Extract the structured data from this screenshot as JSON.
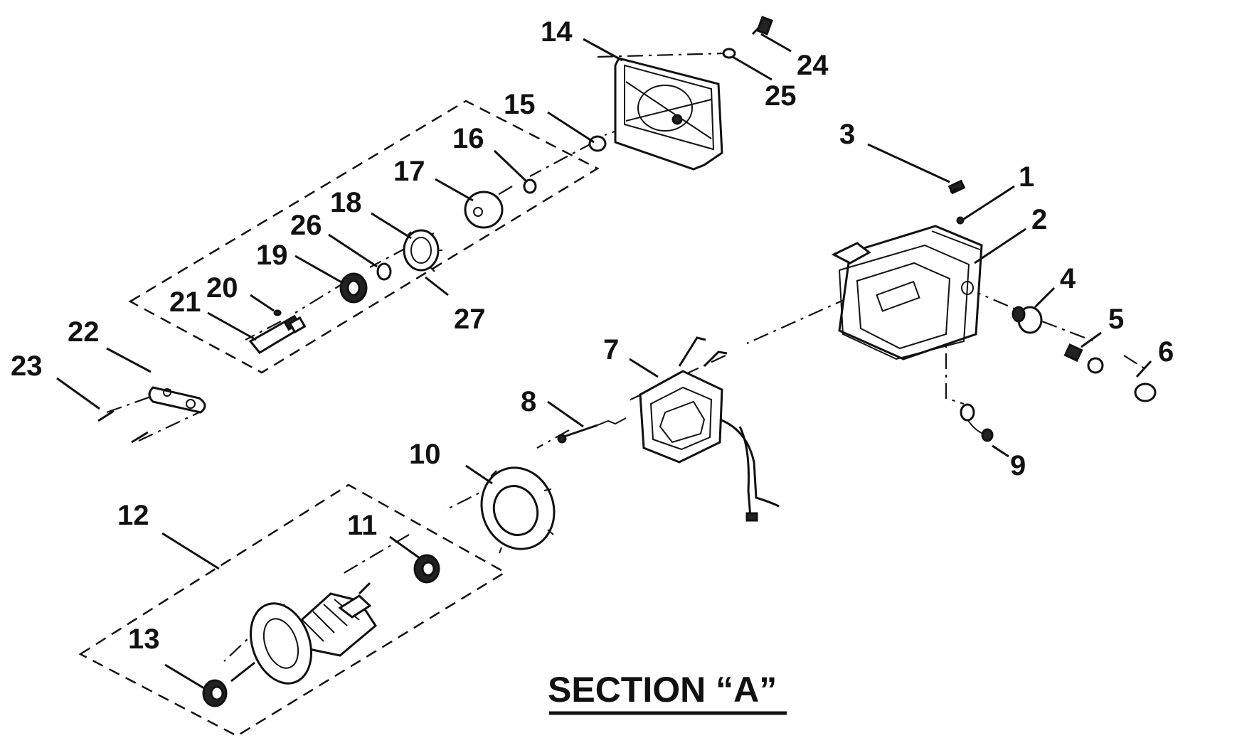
{
  "diagram": {
    "title": "SECTION “A”",
    "part_numbers": [
      "1",
      "2",
      "3",
      "4",
      "5",
      "6",
      "7",
      "8",
      "9",
      "10",
      "11",
      "12",
      "13",
      "14",
      "15",
      "16",
      "17",
      "18",
      "19",
      "20",
      "21",
      "22",
      "23",
      "24",
      "25",
      "26",
      "27"
    ]
  }
}
